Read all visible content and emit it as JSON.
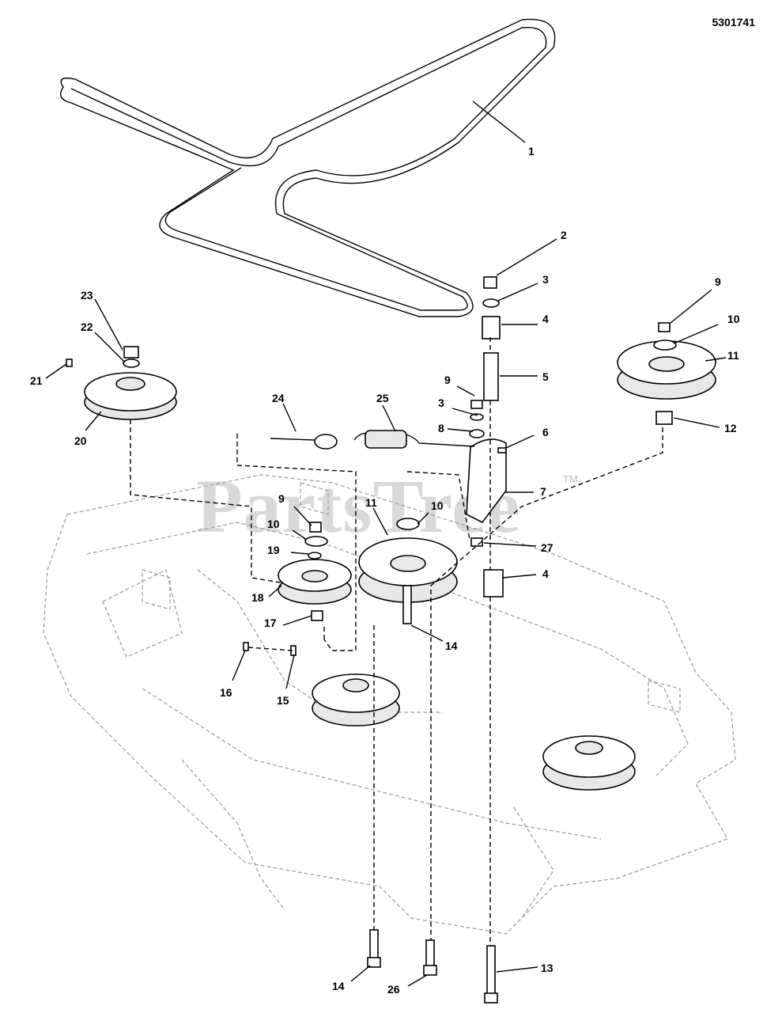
{
  "diagram": {
    "document_number": "5301741",
    "watermark": "PartsTree",
    "watermark_mark": "TM",
    "callouts": [
      {
        "id": "c1",
        "label": "1"
      },
      {
        "id": "c2",
        "label": "2"
      },
      {
        "id": "c3a",
        "label": "3"
      },
      {
        "id": "c4a",
        "label": "4"
      },
      {
        "id": "c5",
        "label": "5"
      },
      {
        "id": "c9a",
        "label": "9"
      },
      {
        "id": "c3b",
        "label": "3"
      },
      {
        "id": "c8",
        "label": "8"
      },
      {
        "id": "c6",
        "label": "6"
      },
      {
        "id": "c7",
        "label": "7"
      },
      {
        "id": "c27",
        "label": "27"
      },
      {
        "id": "c4b",
        "label": "4"
      },
      {
        "id": "c9b",
        "label": "9"
      },
      {
        "id": "c10a",
        "label": "10"
      },
      {
        "id": "c11a",
        "label": "11"
      },
      {
        "id": "c12",
        "label": "12"
      },
      {
        "id": "c23",
        "label": "23"
      },
      {
        "id": "c22",
        "label": "22"
      },
      {
        "id": "c21",
        "label": "21"
      },
      {
        "id": "c20",
        "label": "20"
      },
      {
        "id": "c24",
        "label": "24"
      },
      {
        "id": "c25",
        "label": "25"
      },
      {
        "id": "c11b",
        "label": "11"
      },
      {
        "id": "c10b",
        "label": "10"
      },
      {
        "id": "c9c",
        "label": "9"
      },
      {
        "id": "c10c",
        "label": "10"
      },
      {
        "id": "c19",
        "label": "19"
      },
      {
        "id": "c18",
        "label": "18"
      },
      {
        "id": "c17",
        "label": "17"
      },
      {
        "id": "c14a",
        "label": "14"
      },
      {
        "id": "c16",
        "label": "16"
      },
      {
        "id": "c15",
        "label": "15"
      },
      {
        "id": "c14b",
        "label": "14"
      },
      {
        "id": "c26",
        "label": "26"
      },
      {
        "id": "c13",
        "label": "13"
      }
    ]
  }
}
